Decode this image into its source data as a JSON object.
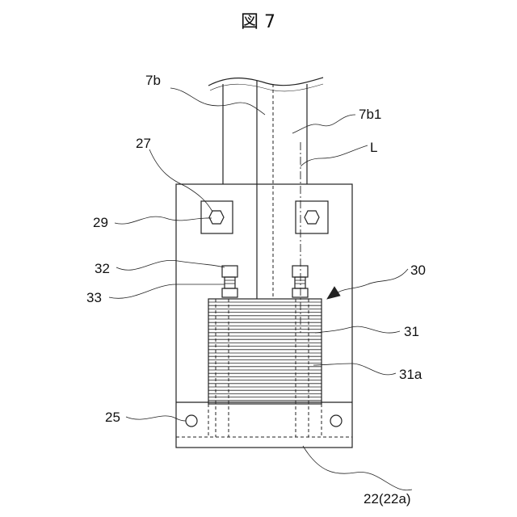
{
  "figure": {
    "title": "図 7",
    "labels": {
      "l_7b": "7b",
      "l_7b1": "7b1",
      "l_L": "L",
      "l_27": "27",
      "l_29": "29",
      "l_30": "30",
      "l_31": "31",
      "l_31a": "31a",
      "l_32": "32",
      "l_33": "33",
      "l_25": "25",
      "l_22": "22(22a)"
    }
  }
}
